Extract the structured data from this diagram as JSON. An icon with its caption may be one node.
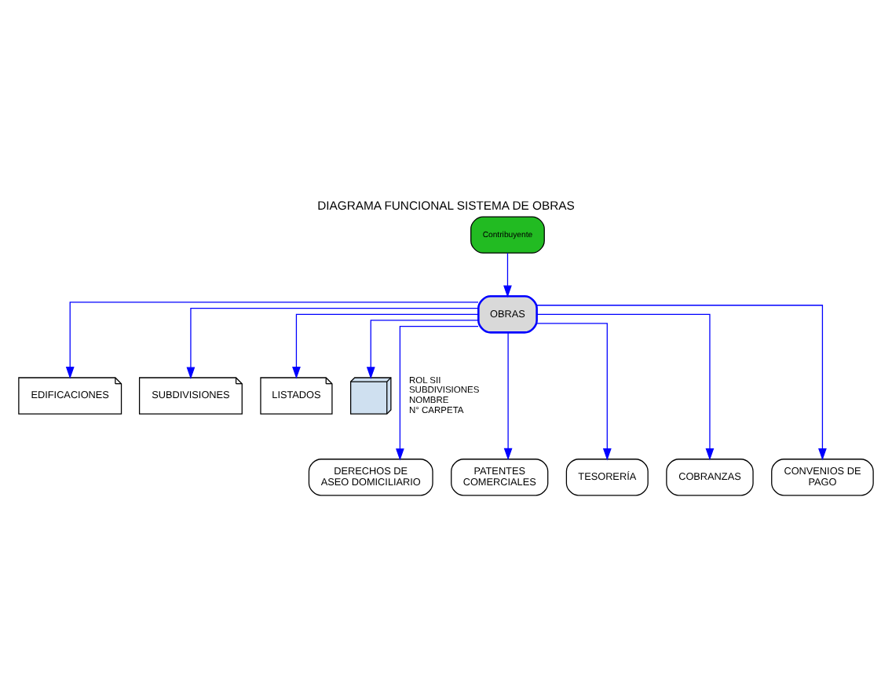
{
  "diagram": {
    "title": "DIAGRAMA FUNCIONAL SISTEMA DE OBRAS",
    "nodes": [
      {
        "text": [
          "Contribuyente"
        ]
      },
      {
        "text": [
          "OBRAS"
        ]
      },
      {
        "text": [
          "EDIFICACIONES"
        ]
      },
      {
        "text": [
          "SUBDIVISIONES"
        ]
      },
      {
        "text": [
          "LISTADOS"
        ]
      },
      {
        "text": [],
        "shape": "monitor",
        "beside": [
          "ROL SII",
          "SUBDIVISIONES",
          "NOMBRE",
          "N° CARPETA"
        ]
      },
      {
        "text": [
          "DERECHOS DE ASEO DOMICILIARIO"
        ]
      },
      {
        "text": [
          "PATENTES COMERCIALES"
        ]
      },
      {
        "text": [
          "TESORERÍA"
        ]
      },
      {
        "text": [
          "COBRANZAS"
        ]
      },
      {
        "text": [
          "CONVENIOS DE PAGO"
        ]
      }
    ],
    "edges": [
      {
        "from": 0,
        "to": 1,
        "arrow": "to"
      },
      {
        "from": 1,
        "to": 2,
        "arrow": "to"
      },
      {
        "from": 1,
        "to": 3,
        "arrow": "to"
      },
      {
        "from": 1,
        "to": 4,
        "arrow": "to"
      },
      {
        "from": 1,
        "to": 5,
        "arrow": "to"
      },
      {
        "from": 1,
        "to": 6,
        "arrow": "to"
      },
      {
        "from": 1,
        "to": 7,
        "arrow": "to"
      },
      {
        "from": 1,
        "to": 8,
        "arrow": "to"
      },
      {
        "from": 1,
        "to": 9,
        "arrow": "to"
      },
      {
        "from": 1,
        "to": 10,
        "arrow": "to"
      }
    ]
  }
}
